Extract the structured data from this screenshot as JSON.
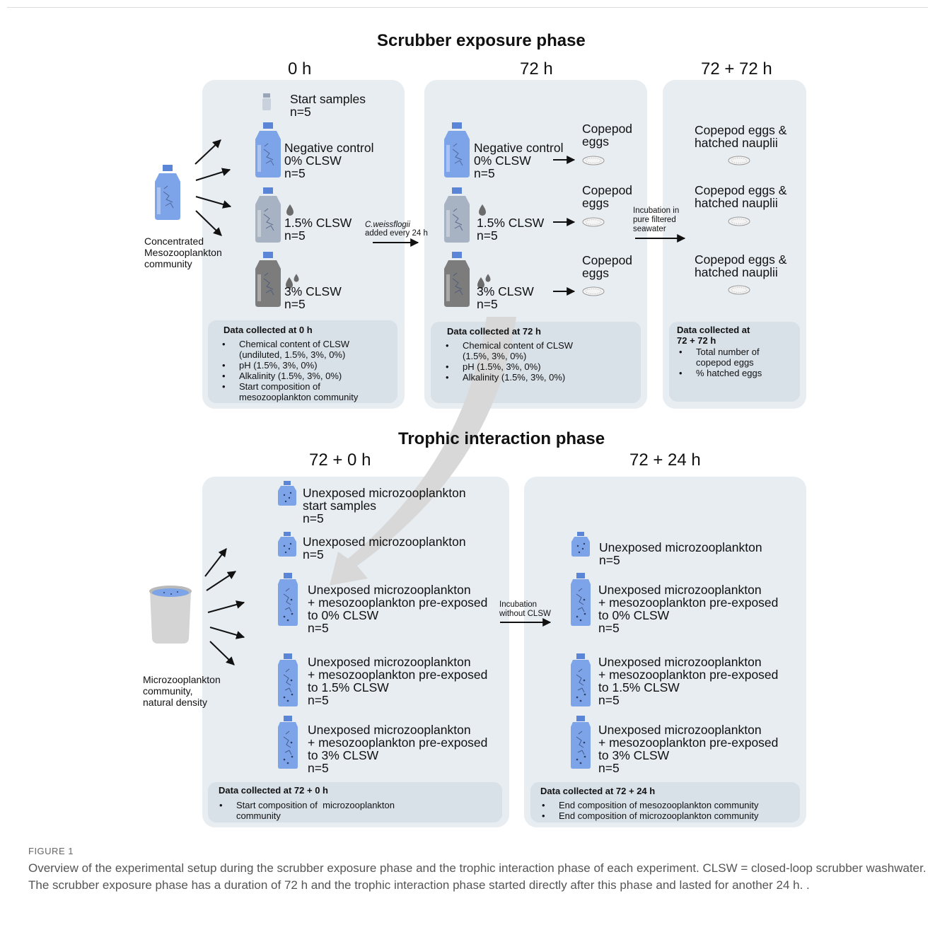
{
  "colors": {
    "panel": "#e8edf2",
    "data_box": "#d8e0e8",
    "bottle_fill": "#7da3e8",
    "bottle_cap": "#5b86d8",
    "grey_1_5pct": "#a7b2c2",
    "grey_3pct": "#7c7c7c",
    "big_arrow": "#d8d8d8"
  },
  "exposure": {
    "title": "Scrubber exposure phase",
    "time_0": "0 h",
    "time_72": "72 h",
    "time_72_72": "72 + 72 h",
    "source": "Concentrated\nMesozooplankton\ncommunity",
    "start_samples": "Start samples\nn=5",
    "neg_control": "Negative control\n0% CLSW\nn=5",
    "clsw_1_5": "1.5% CLSW\nn=5",
    "clsw_3": "3% CLSW\nn=5",
    "feed_species": "C.weissflogii",
    "feed_rate": "added every 24 h",
    "copepod_eggs": "Copepod\neggs",
    "incubation": "Incubation in\npure filtered\nseawater",
    "eggs_hatched": "Copepod eggs &\nhatched nauplii",
    "data_0h": {
      "title": "Data collected at 0 h",
      "items": [
        "Chemical content of CLSW\n(undiluted, 1.5%, 3%, 0%)",
        "pH (1.5%, 3%, 0%)",
        "Alkalinity (1.5%, 3%, 0%)",
        "Start composition of\nmesozooplankton community"
      ]
    },
    "data_72h": {
      "title": "Data collected at 72 h",
      "items": [
        "Chemical content of CLSW\n(1.5%, 3%, 0%)",
        "pH (1.5%, 3%, 0%)",
        "Alkalinity (1.5%, 3%, 0%)"
      ]
    },
    "data_72_72h": {
      "title": "Data collected at\n72 + 72 h",
      "items": [
        "Total number of\ncopepod eggs",
        "% hatched eggs"
      ]
    }
  },
  "trophic": {
    "title": "Trophic interaction phase",
    "time_72_0": "72 + 0 h",
    "time_72_24": "72 + 24 h",
    "source": "Microzooplankton\ncommunity,\nnatural density",
    "unexposed_start": "Unexposed microzooplankton\nstart samples\nn=5",
    "unexposed": "Unexposed microzooplankton\nn=5",
    "pre_0": "Unexposed microzooplankton\n+ mesozooplankton pre-exposed\nto 0% CLSW\nn=5",
    "pre_1_5": "Unexposed microzooplankton\n+ mesozooplankton pre-exposed\nto 1.5% CLSW\nn=5",
    "pre_3": "Unexposed microzooplankton\n+ mesozooplankton pre-exposed\nto 3% CLSW\nn=5",
    "incubation": "Incubation\nwithout CLSW",
    "data_72_0h": {
      "title": "Data collected at 72 + 0 h",
      "items": [
        "Start composition of  microzooplankton\ncommunity"
      ]
    },
    "data_72_24h": {
      "title": "Data collected at 72 + 24 h",
      "items": [
        "End composition of mesozooplankton community",
        "End composition of microzooplankton community"
      ]
    }
  },
  "caption": {
    "label": "FIGURE 1",
    "text": "Overview of the experimental setup during the scrubber exposure phase and the trophic interaction phase of each experiment. CLSW = closed-loop scrubber washwater. The scrubber exposure phase has a duration of 72 h and the trophic interaction phase started directly after this phase and lasted for another 24 h.     ."
  }
}
